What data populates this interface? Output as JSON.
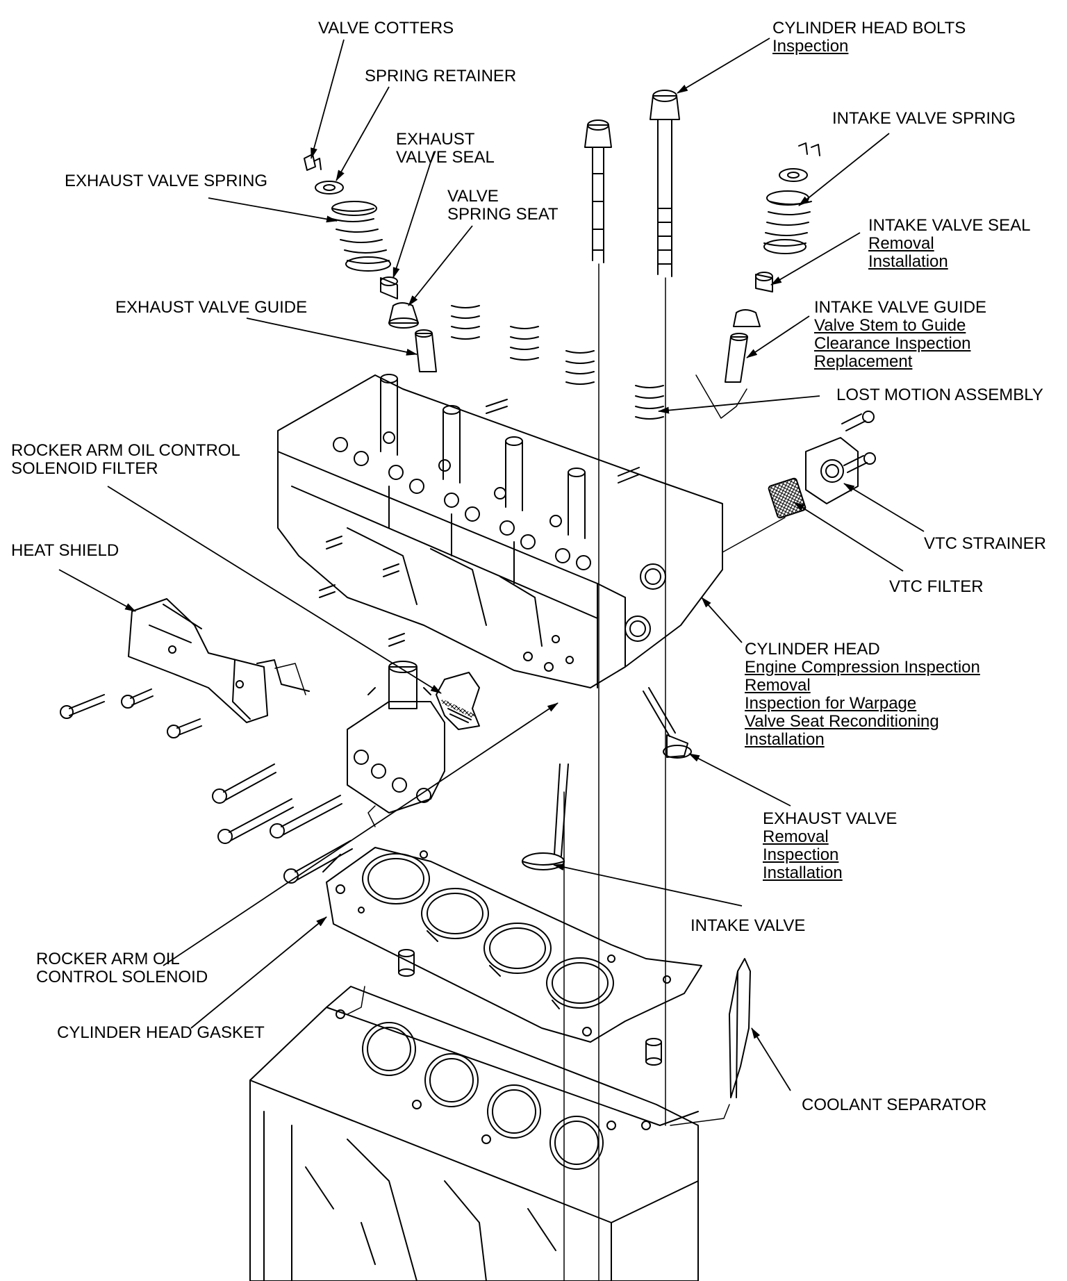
{
  "labels": {
    "valve_cotters": {
      "title": "VALVE COTTERS"
    },
    "spring_retainer": {
      "title": "SPRING RETAINER"
    },
    "exhaust_valve_seal": {
      "line1": "EXHAUST",
      "line2": "VALVE SEAL"
    },
    "exhaust_valve_spring": {
      "title": "EXHAUST VALVE SPRING"
    },
    "valve_spring_seat": {
      "line1": "VALVE",
      "line2": "SPRING SEAT"
    },
    "exhaust_valve_guide": {
      "title": "EXHAUST VALVE GUIDE"
    },
    "cylinder_head_bolts": {
      "title": "CYLINDER HEAD BOLTS",
      "links": [
        "Inspection"
      ]
    },
    "intake_valve_spring": {
      "title": "INTAKE VALVE SPRING"
    },
    "intake_valve_seal": {
      "title": "INTAKE VALVE SEAL",
      "links": [
        "Removal",
        "Installation"
      ]
    },
    "intake_valve_guide": {
      "title": "INTAKE VALVE GUIDE",
      "links": [
        "Valve Stem to Guide",
        "Clearance Inspection",
        "Replacement"
      ]
    },
    "lost_motion_assembly": {
      "title": "LOST MOTION ASSEMBLY"
    },
    "rocker_arm_oil_control_solenoid_filter": {
      "line1": "ROCKER ARM OIL CONTROL",
      "line2": "SOLENOID FILTER"
    },
    "heat_shield": {
      "title": "HEAT SHIELD"
    },
    "vtc_strainer": {
      "title": "VTC STRAINER"
    },
    "vtc_filter": {
      "title": "VTC FILTER"
    },
    "cylinder_head": {
      "title": "CYLINDER HEAD",
      "links": [
        "Engine Compression Inspection",
        "Removal",
        "Inspection for Warpage",
        "Valve Seat Reconditioning",
        "Installation"
      ]
    },
    "exhaust_valve": {
      "title": "EXHAUST VALVE",
      "links": [
        "Removal",
        "Inspection",
        "Installation"
      ]
    },
    "intake_valve": {
      "title": "INTAKE VALVE"
    },
    "rocker_arm_oil_control_solenoid": {
      "line1": "ROCKER ARM OIL",
      "line2": "CONTROL SOLENOID"
    },
    "cylinder_head_gasket": {
      "title": "CYLINDER HEAD GASKET"
    },
    "coolant_separator": {
      "title": "COOLANT SEPARATOR"
    }
  }
}
